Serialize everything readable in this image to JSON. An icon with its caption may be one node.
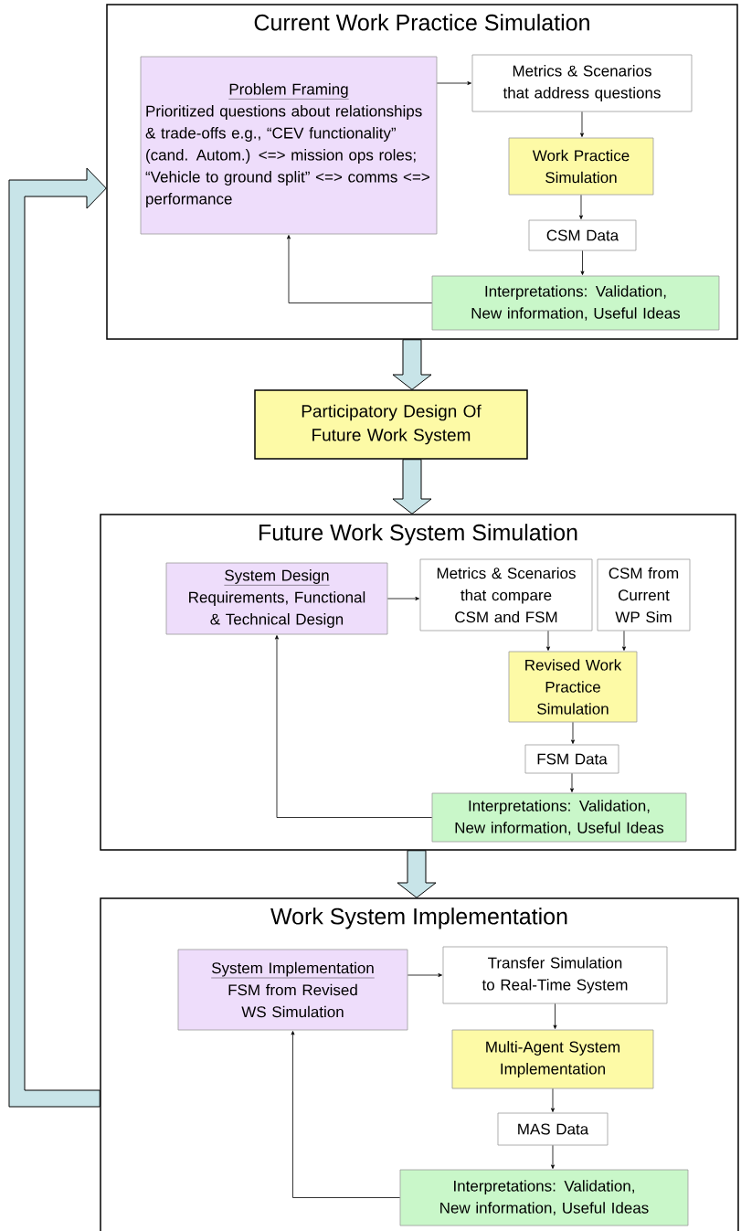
{
  "diagram": {
    "nodes": [
      {
        "text": [
          "Current Work Practice Simulation"
        ]
      },
      {
        "text": [
          "Problem Framing",
          "Prioritized questions about relationships & trade-offs e.g., “CEV functionality” (cand. Autom.) <=> mission ops roles; “Vehicle to ground split” <=> comms <=> performance"
        ],
        "in": 0
      },
      {
        "text": [
          "Metrics & Scenarios that address questions"
        ],
        "in": 0
      },
      {
        "text": [
          "Work Practice Simulation"
        ],
        "in": 0
      },
      {
        "text": [
          "CSM Data"
        ],
        "in": 0
      },
      {
        "text": [
          "Interpretations: Validation, New information, Useful Ideas"
        ],
        "in": 0
      },
      {
        "text": [
          "Participatory Design Of Future Work System"
        ]
      },
      {
        "text": [
          "Future Work System Simulation"
        ]
      },
      {
        "text": [
          "System Design",
          "Requirements, Functional & Technical Design"
        ],
        "in": 7
      },
      {
        "text": [
          "Metrics & Scenarios that compare CSM and FSM"
        ],
        "in": 7
      },
      {
        "text": [
          "CSM from Current WP Sim"
        ],
        "in": 7
      },
      {
        "text": [
          "Revised Work Practice Simulation"
        ],
        "in": 7
      },
      {
        "text": [
          "FSM Data"
        ],
        "in": 7
      },
      {
        "text": [
          "Interpretations: Validation, New information, Useful Ideas"
        ],
        "in": 7
      },
      {
        "text": [
          "Work System Implementation"
        ]
      },
      {
        "text": [
          "System Implementation",
          "FSM from Revised WS Simulation"
        ],
        "in": 14
      },
      {
        "text": [
          "Transfer Simulation to Real-Time System"
        ],
        "in": 14
      },
      {
        "text": [
          "Multi-Agent System Implementation"
        ],
        "in": 14
      },
      {
        "text": [
          "MAS Data"
        ],
        "in": 14
      },
      {
        "text": [
          "Interpretations: Validation, New information, Useful Ideas"
        ],
        "in": 14
      }
    ],
    "edges": [
      {
        "from": 1,
        "to": 2,
        "arrow": "to"
      },
      {
        "from": 2,
        "to": 3,
        "arrow": "to"
      },
      {
        "from": 3,
        "to": 4,
        "arrow": "to"
      },
      {
        "from": 4,
        "to": 5,
        "arrow": "to"
      },
      {
        "from": 5,
        "to": 1,
        "arrow": "to"
      },
      {
        "from": 0,
        "to": 6,
        "arrow": "to",
        "style": "thick",
        "color": "#c8e4e8"
      },
      {
        "from": 6,
        "to": 7,
        "arrow": "to",
        "style": "thick",
        "color": "#c8e4e8"
      },
      {
        "from": 8,
        "to": 9,
        "arrow": "to"
      },
      {
        "from": 9,
        "to": 11,
        "arrow": "to"
      },
      {
        "from": 10,
        "to": 11,
        "arrow": "to"
      },
      {
        "from": 11,
        "to": 12,
        "arrow": "to"
      },
      {
        "from": 12,
        "to": 13,
        "arrow": "to"
      },
      {
        "from": 13,
        "to": 8,
        "arrow": "to"
      },
      {
        "from": 7,
        "to": 14,
        "arrow": "to",
        "style": "thick",
        "color": "#c8e4e8"
      },
      {
        "from": 15,
        "to": 16,
        "arrow": "to"
      },
      {
        "from": 16,
        "to": 17,
        "arrow": "to"
      },
      {
        "from": 17,
        "to": 18,
        "arrow": "to"
      },
      {
        "from": 18,
        "to": 19,
        "arrow": "to"
      },
      {
        "from": 19,
        "to": 15,
        "arrow": "to"
      },
      {
        "from": 14,
        "to": 0,
        "arrow": "to",
        "style": "thick",
        "color": "#c8e4e8"
      }
    ]
  }
}
